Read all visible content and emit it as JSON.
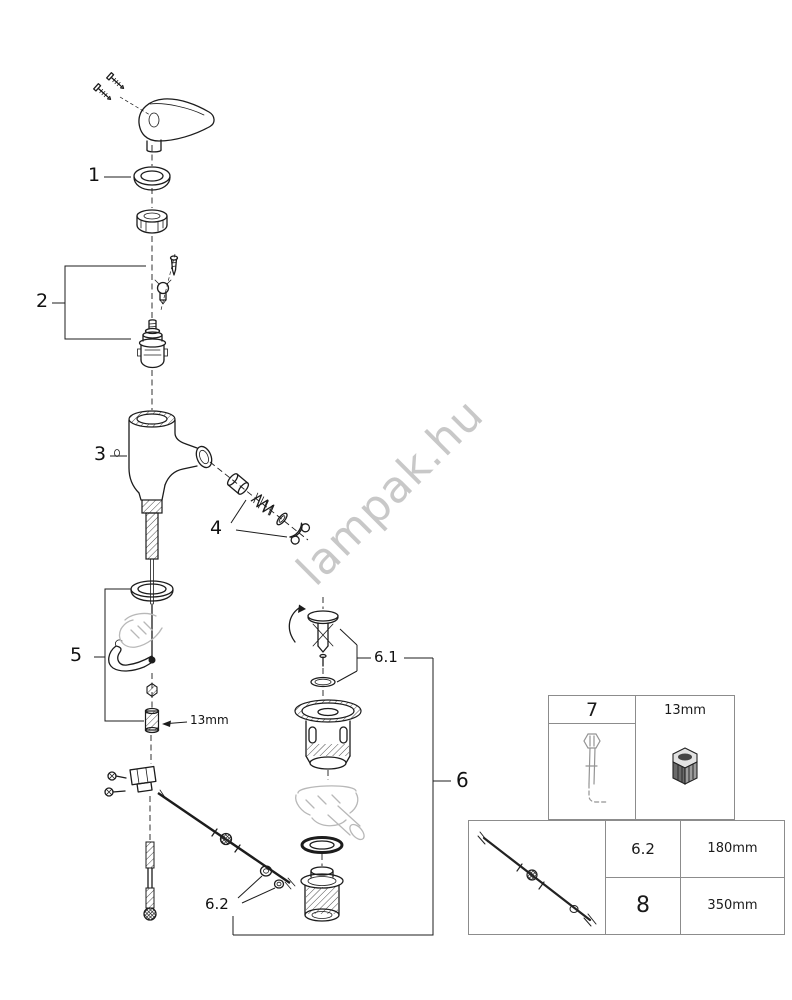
{
  "watermark": "lampak.hu",
  "callouts": {
    "p1": "1",
    "p2": "2",
    "p3": "3",
    "p4": "4",
    "p5": "5",
    "p6": "6",
    "p61": "6.1",
    "p62": "6.2",
    "size13": "13mm"
  },
  "info_boxes": {
    "tool": {
      "part": "7",
      "size": "13mm"
    },
    "rods": {
      "rows": [
        {
          "part": "6.2",
          "length": "180mm"
        },
        {
          "part": "8",
          "length": "350mm"
        }
      ]
    }
  }
}
